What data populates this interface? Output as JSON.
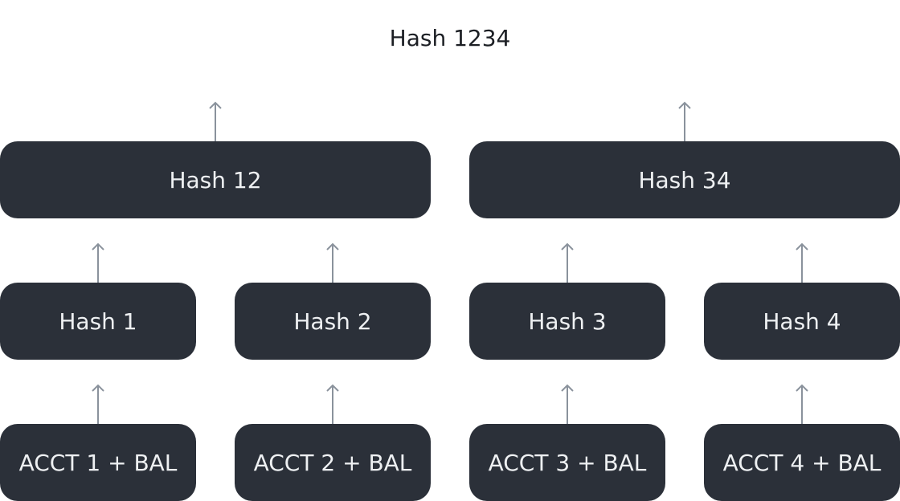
{
  "root": {
    "label": "Hash 1234"
  },
  "level1": [
    {
      "label": "Hash 12"
    },
    {
      "label": "Hash 34"
    }
  ],
  "level2": [
    {
      "label": "Hash 1"
    },
    {
      "label": "Hash 2"
    },
    {
      "label": "Hash 3"
    },
    {
      "label": "Hash 4"
    }
  ],
  "leaves": [
    {
      "label": "ACCT 1 + BAL"
    },
    {
      "label": "ACCT 2 + BAL"
    },
    {
      "label": "ACCT 3 + BAL"
    },
    {
      "label": "ACCT 4 + BAL"
    }
  ],
  "colors": {
    "node_fill": "#2b3039",
    "node_text": "#eef0f2",
    "arrow": "#8a929c",
    "root_text": "#1c1f24"
  }
}
